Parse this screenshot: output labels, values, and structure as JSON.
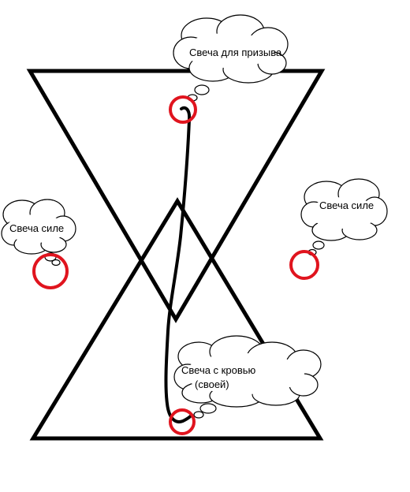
{
  "colors": {
    "stroke": "#000000",
    "marker": "#e0141e",
    "background": "#ffffff"
  },
  "labels": {
    "summon_candle": "Свеча для призыва",
    "power_candle_left": "Свеча силе",
    "power_candle_right": "Свеча силе",
    "blood_candle_line1": "Свеча с кровью",
    "blood_candle_line2": "(своей)"
  }
}
